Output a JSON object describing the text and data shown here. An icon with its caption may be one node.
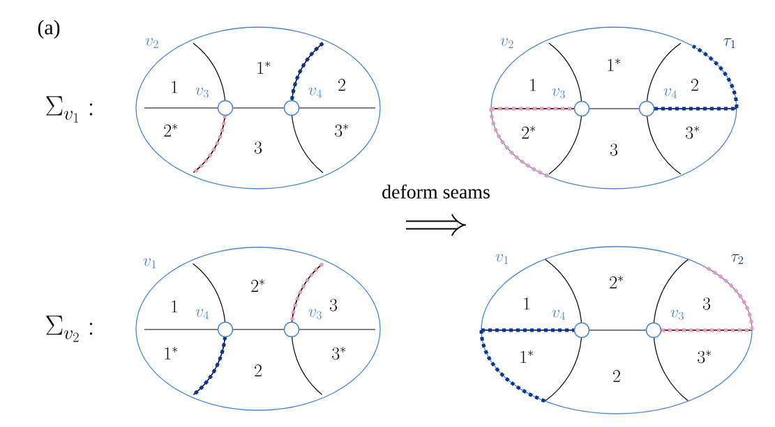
{
  "diagram": {
    "nodes": [
      {
        "text": [
          "1",
          "1^*",
          "2",
          "2^*",
          "3",
          "3^*"
        ],
        "beside": [
          "v_2"
        ]
      },
      {
        "text": [],
        "shape": "circle",
        "in": 0,
        "beside": [
          "v_3"
        ]
      },
      {
        "text": [],
        "shape": "circle",
        "in": 0,
        "beside": [
          "v_4"
        ]
      },
      {
        "text": [
          "1",
          "1^*",
          "2",
          "2^*",
          "3",
          "3^*"
        ],
        "beside": [
          "v_2",
          "\\tau_1"
        ]
      },
      {
        "text": [],
        "shape": "circle",
        "in": 3,
        "beside": [
          "v_3"
        ]
      },
      {
        "text": [],
        "shape": "circle",
        "in": 3,
        "beside": [
          "v_4"
        ]
      },
      {
        "text": [
          "1",
          "2^*",
          "3",
          "1^*",
          "2",
          "3^*"
        ],
        "beside": [
          "v_1"
        ]
      },
      {
        "text": [],
        "shape": "circle",
        "in": 6,
        "beside": [
          "v_4"
        ]
      },
      {
        "text": [],
        "shape": "circle",
        "in": 6,
        "beside": [
          "v_3"
        ]
      },
      {
        "text": [
          "1",
          "2^*",
          "3",
          "1^*",
          "2",
          "3^*"
        ],
        "beside": [
          "v_1",
          "\\tau_2"
        ]
      },
      {
        "text": [],
        "shape": "circle",
        "in": 9,
        "beside": [
          "v_4"
        ]
      },
      {
        "text": [],
        "shape": "circle",
        "in": 9,
        "beside": [
          "v_3"
        ]
      }
    ],
    "edges": [
      {
        "from": 1,
        "to": 2,
        "arrow": "none"
      },
      {
        "from": 4,
        "to": 5,
        "arrow": "none"
      },
      {
        "from": 7,
        "to": 8,
        "arrow": "none"
      },
      {
        "from": 10,
        "to": 11,
        "arrow": "none"
      }
    ],
    "labels": [
      "(a)",
      "\\Sigma_{v_1}:",
      "deform seams",
      "\\Sigma_{v_2}:"
    ]
  }
}
